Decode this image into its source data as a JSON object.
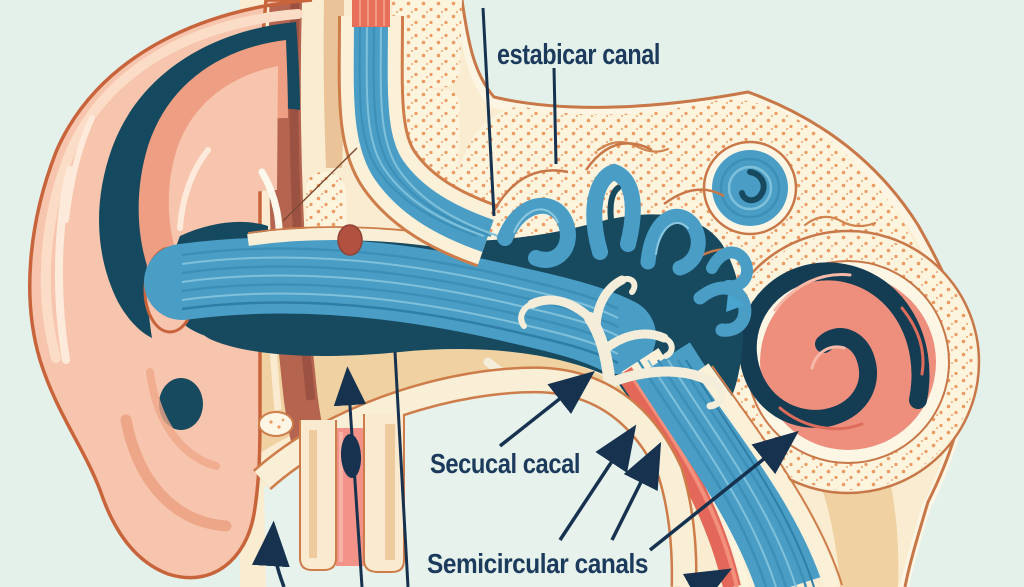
{
  "figure": {
    "labels": {
      "top": "estabicar canal",
      "middle": "Secucal cacal",
      "bottom": "Semicircular canals"
    },
    "palette": {
      "background": "#e4f1ea",
      "skin": "#f7c5ad",
      "skin_outline": "#c8643c",
      "deep_shadow_navy": "#174a5f",
      "canal_blue": "#4a9ec6",
      "bone_cream": "#f9ecd0",
      "bone_tan": "#f0d2a2",
      "stipple_orange": "#eb9a62",
      "bone_outline": "#c87848",
      "cochlea_salmon": "#ee8f7e",
      "tissue_red": "#e4685a",
      "muscle_brown": "#b5654f",
      "nerve_white": "#f3edda",
      "annotation_navy": "#16324f",
      "label_text": "#1b3a5c",
      "pointer_blue": "#4aa4d0"
    }
  }
}
